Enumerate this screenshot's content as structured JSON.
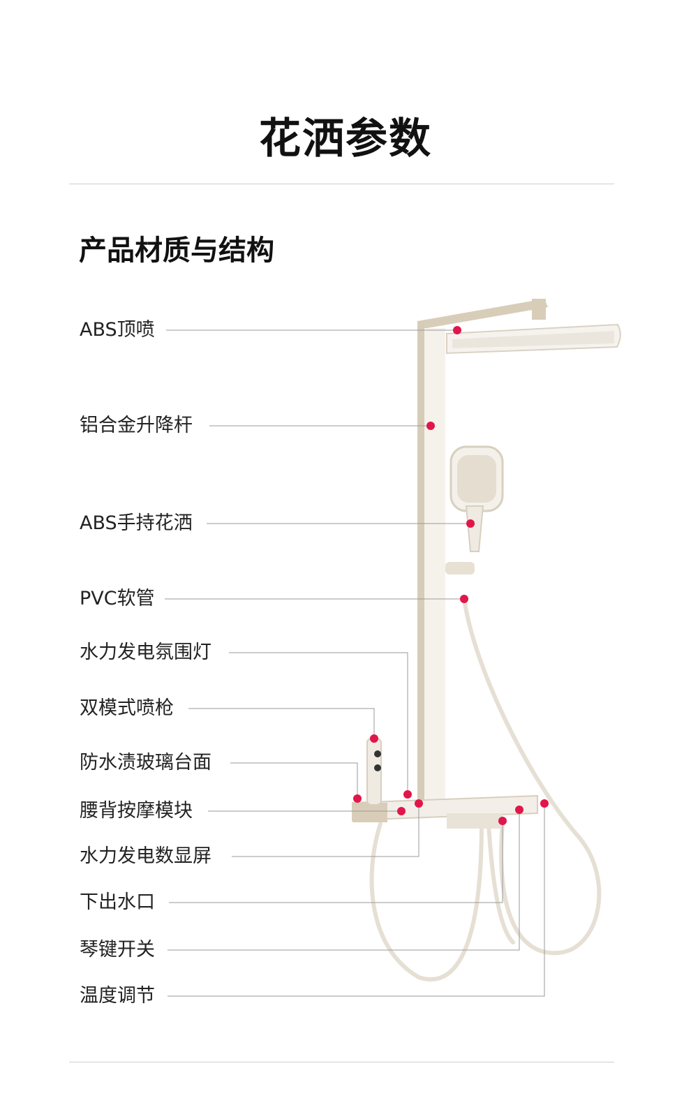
{
  "header": {
    "title": "花洒参数"
  },
  "section": {
    "title": "产品材质与结构"
  },
  "colors": {
    "accent": "#e0174a",
    "frame": "#d8cdb9",
    "body": "#f3efe8"
  },
  "parts": [
    {
      "label": "ABS顶喷"
    },
    {
      "label": "铝合金升降杆"
    },
    {
      "label": "ABS手持花洒"
    },
    {
      "label": "PVC软管"
    },
    {
      "label": "水力发电氛围灯"
    },
    {
      "label": "双模式喷枪"
    },
    {
      "label": "防水渍玻璃台面"
    },
    {
      "label": "腰背按摩模块"
    },
    {
      "label": "水力发电数显屏"
    },
    {
      "label": "下出水口"
    },
    {
      "label": "琴键开关"
    },
    {
      "label": "温度调节"
    }
  ]
}
